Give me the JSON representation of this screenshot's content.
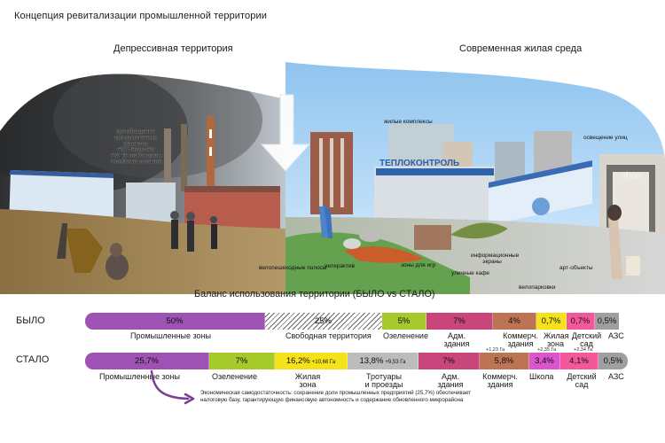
{
  "page_title": "Концепция ревитализации промышленной территории",
  "sections": {
    "left": "Депрессивная территория",
    "right": "Современная жилая среда"
  },
  "hero_labels": {
    "dominance": "преобладание промышленных объектов\n-АО Вакуумаш\n-АО Теплоконтроль\n-Комбинат питания",
    "residential": "жилые комплексы",
    "street_lighting": "освещение улиц",
    "bike_lanes": "велопешеходные полосы",
    "interactive": "интерактив",
    "play_zone": "зоны для игр",
    "info_screens": "информационные экраны",
    "street_cafe": "уличные кафе",
    "art_objects": "арт-объекты",
    "bike_parking": "велопарковки",
    "building_sign": "ТЕПЛОКОНТРОЛЬ",
    "shop_sign": "shop"
  },
  "balance": {
    "title": "Баланс использования территории (БЫЛО vs СТАЛО)",
    "before_label": "БЫЛО",
    "after_label": "СТАЛО",
    "before": [
      {
        "key": "industrial",
        "value": "50%",
        "label": "Промышленные зоны",
        "color": "#9d52b4"
      },
      {
        "key": "free",
        "value": "25%",
        "label": "Свободная территория",
        "color": "hatched"
      },
      {
        "key": "green",
        "value": "5%",
        "label": "Озеленение",
        "color": "#a6ca2b"
      },
      {
        "key": "admin",
        "value": "7%",
        "label": "Адм. здания",
        "color": "#c8467c"
      },
      {
        "key": "commercial",
        "value": "4%",
        "label": "Коммерч. здания",
        "color": "#bd7454"
      },
      {
        "key": "residential",
        "value": "0,7%",
        "label": "Жилая зона",
        "color": "#f5e21a"
      },
      {
        "key": "kindergarten",
        "value": "0,7%",
        "label": "Детский сад",
        "color": "#f5589a"
      },
      {
        "key": "gas",
        "value": "0,5%",
        "label": "АЗС",
        "color": "#9f9f9f"
      }
    ],
    "after": [
      {
        "key": "industrial",
        "value": "25,7%",
        "label": "Промышленные зоны",
        "color": "#9d52b4"
      },
      {
        "key": "green",
        "value": "7%",
        "label": "Озеленение",
        "color": "#a6ca2b"
      },
      {
        "key": "residential",
        "value": "16,2%",
        "sub": "+10,68 Га",
        "label": "Жилая зона",
        "color": "#f5e21a"
      },
      {
        "key": "walkways",
        "value": "13,8%",
        "sub": "+9,53 Га",
        "label": "Тротуары и проезды",
        "color": "#bcbcbc"
      },
      {
        "key": "admin",
        "value": "7%",
        "label": "Адм. здания",
        "color": "#c8467c"
      },
      {
        "key": "commercial",
        "value": "5,8%",
        "label": "Коммерч. здания",
        "color": "#bd7454"
      },
      {
        "key": "school",
        "value": "3,4%",
        "label": "Школа",
        "color": "#dd54cf"
      },
      {
        "key": "kindergarten",
        "value": "4,1%",
        "label": "Детский сад",
        "color": "#f5589a"
      },
      {
        "key": "gas",
        "value": "0,5%",
        "label": "АЗС",
        "color": "#9f9f9f"
      }
    ],
    "deltas": {
      "commercial": "+1,23 Га",
      "school": "+2,35 Га",
      "kindergarten": "+2,34 Га"
    }
  },
  "footnote": "Экономическая самодостаточность: сохранение доли промышленных предприятий (25,7%) обеспечивает налоговую базу, гарантирующую финансовую автономность и содержание обновленного микрорайона"
}
